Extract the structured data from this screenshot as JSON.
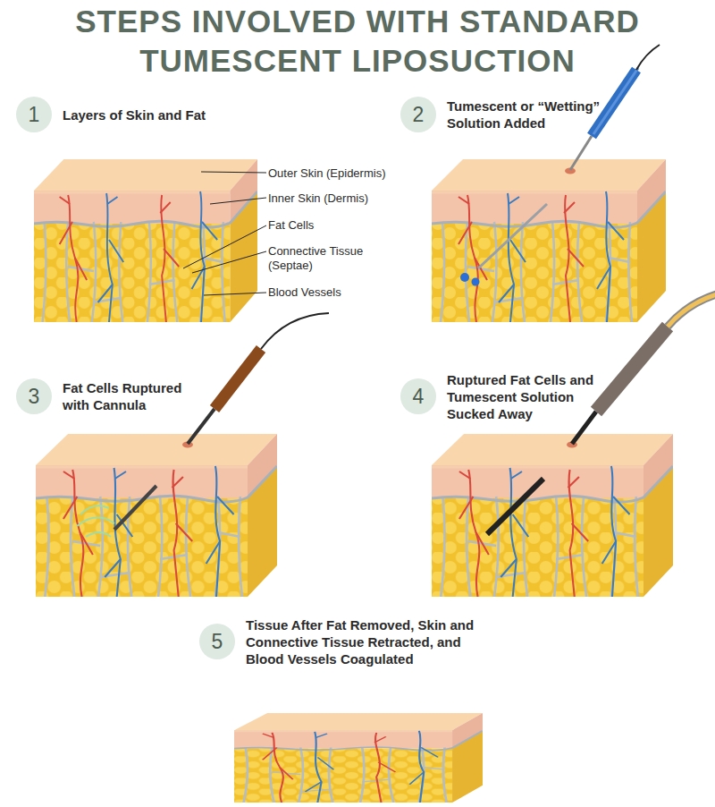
{
  "diagram": {
    "title": "STEPS INVOLVED WITH STANDARD TUMESCENT LIPOSUCTION",
    "nodes": [
      {
        "text": [
          "1",
          "Layers of Skin and Fat"
        ]
      },
      {
        "text": [
          "2",
          "Tumescent or “Wetting” Solution Added"
        ]
      },
      {
        "text": [
          "3",
          "Fat Cells Ruptured with Cannula"
        ]
      },
      {
        "text": [
          "4",
          "Ruptured Fat Cells and Tumescent Solution Sucked Away"
        ]
      },
      {
        "text": [
          "5",
          "Tissue After Fat Removed, Skin and Connective Tissue Retracted, and Blood Vessels Coagulated"
        ]
      }
    ],
    "labels": [
      "Outer Skin (Epidermis)",
      "Inner Skin (Dermis)",
      "Fat Cells",
      "Connective Tissue (Septae)",
      "Blood Vessels"
    ]
  }
}
